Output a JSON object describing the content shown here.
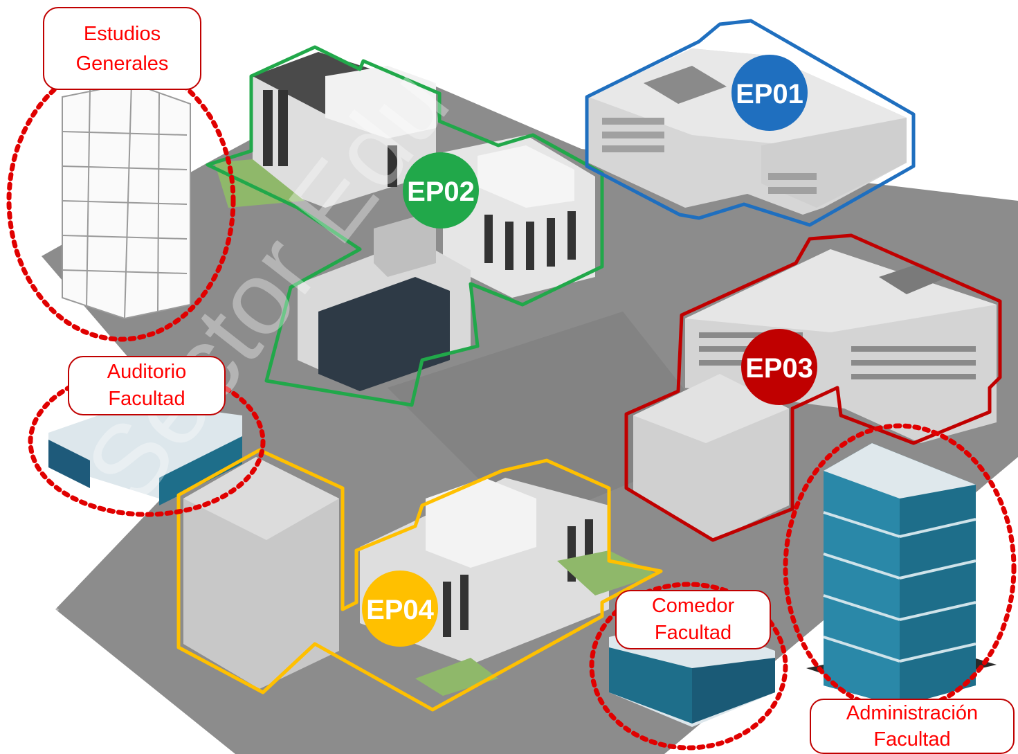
{
  "zones": [
    {
      "id": "EP01",
      "color": "#1f6fbf"
    },
    {
      "id": "EP02",
      "color": "#21a84a"
    },
    {
      "id": "EP03",
      "color": "#c00000"
    },
    {
      "id": "EP04",
      "color": "#ffc000"
    }
  ],
  "facilities": [
    {
      "line1": "Estudios",
      "line2": "Generales"
    },
    {
      "line1": "Auditorio",
      "line2": "Facultad"
    },
    {
      "line1": "Comedor",
      "line2": "Facultad"
    },
    {
      "line1": "Administración",
      "line2": "Facultad"
    }
  ],
  "watermark": "MI Sector Educación ©",
  "colors": {
    "ground": "#8c8c8c",
    "facility_outline": "#e00000",
    "label_text": "#ff0000"
  }
}
